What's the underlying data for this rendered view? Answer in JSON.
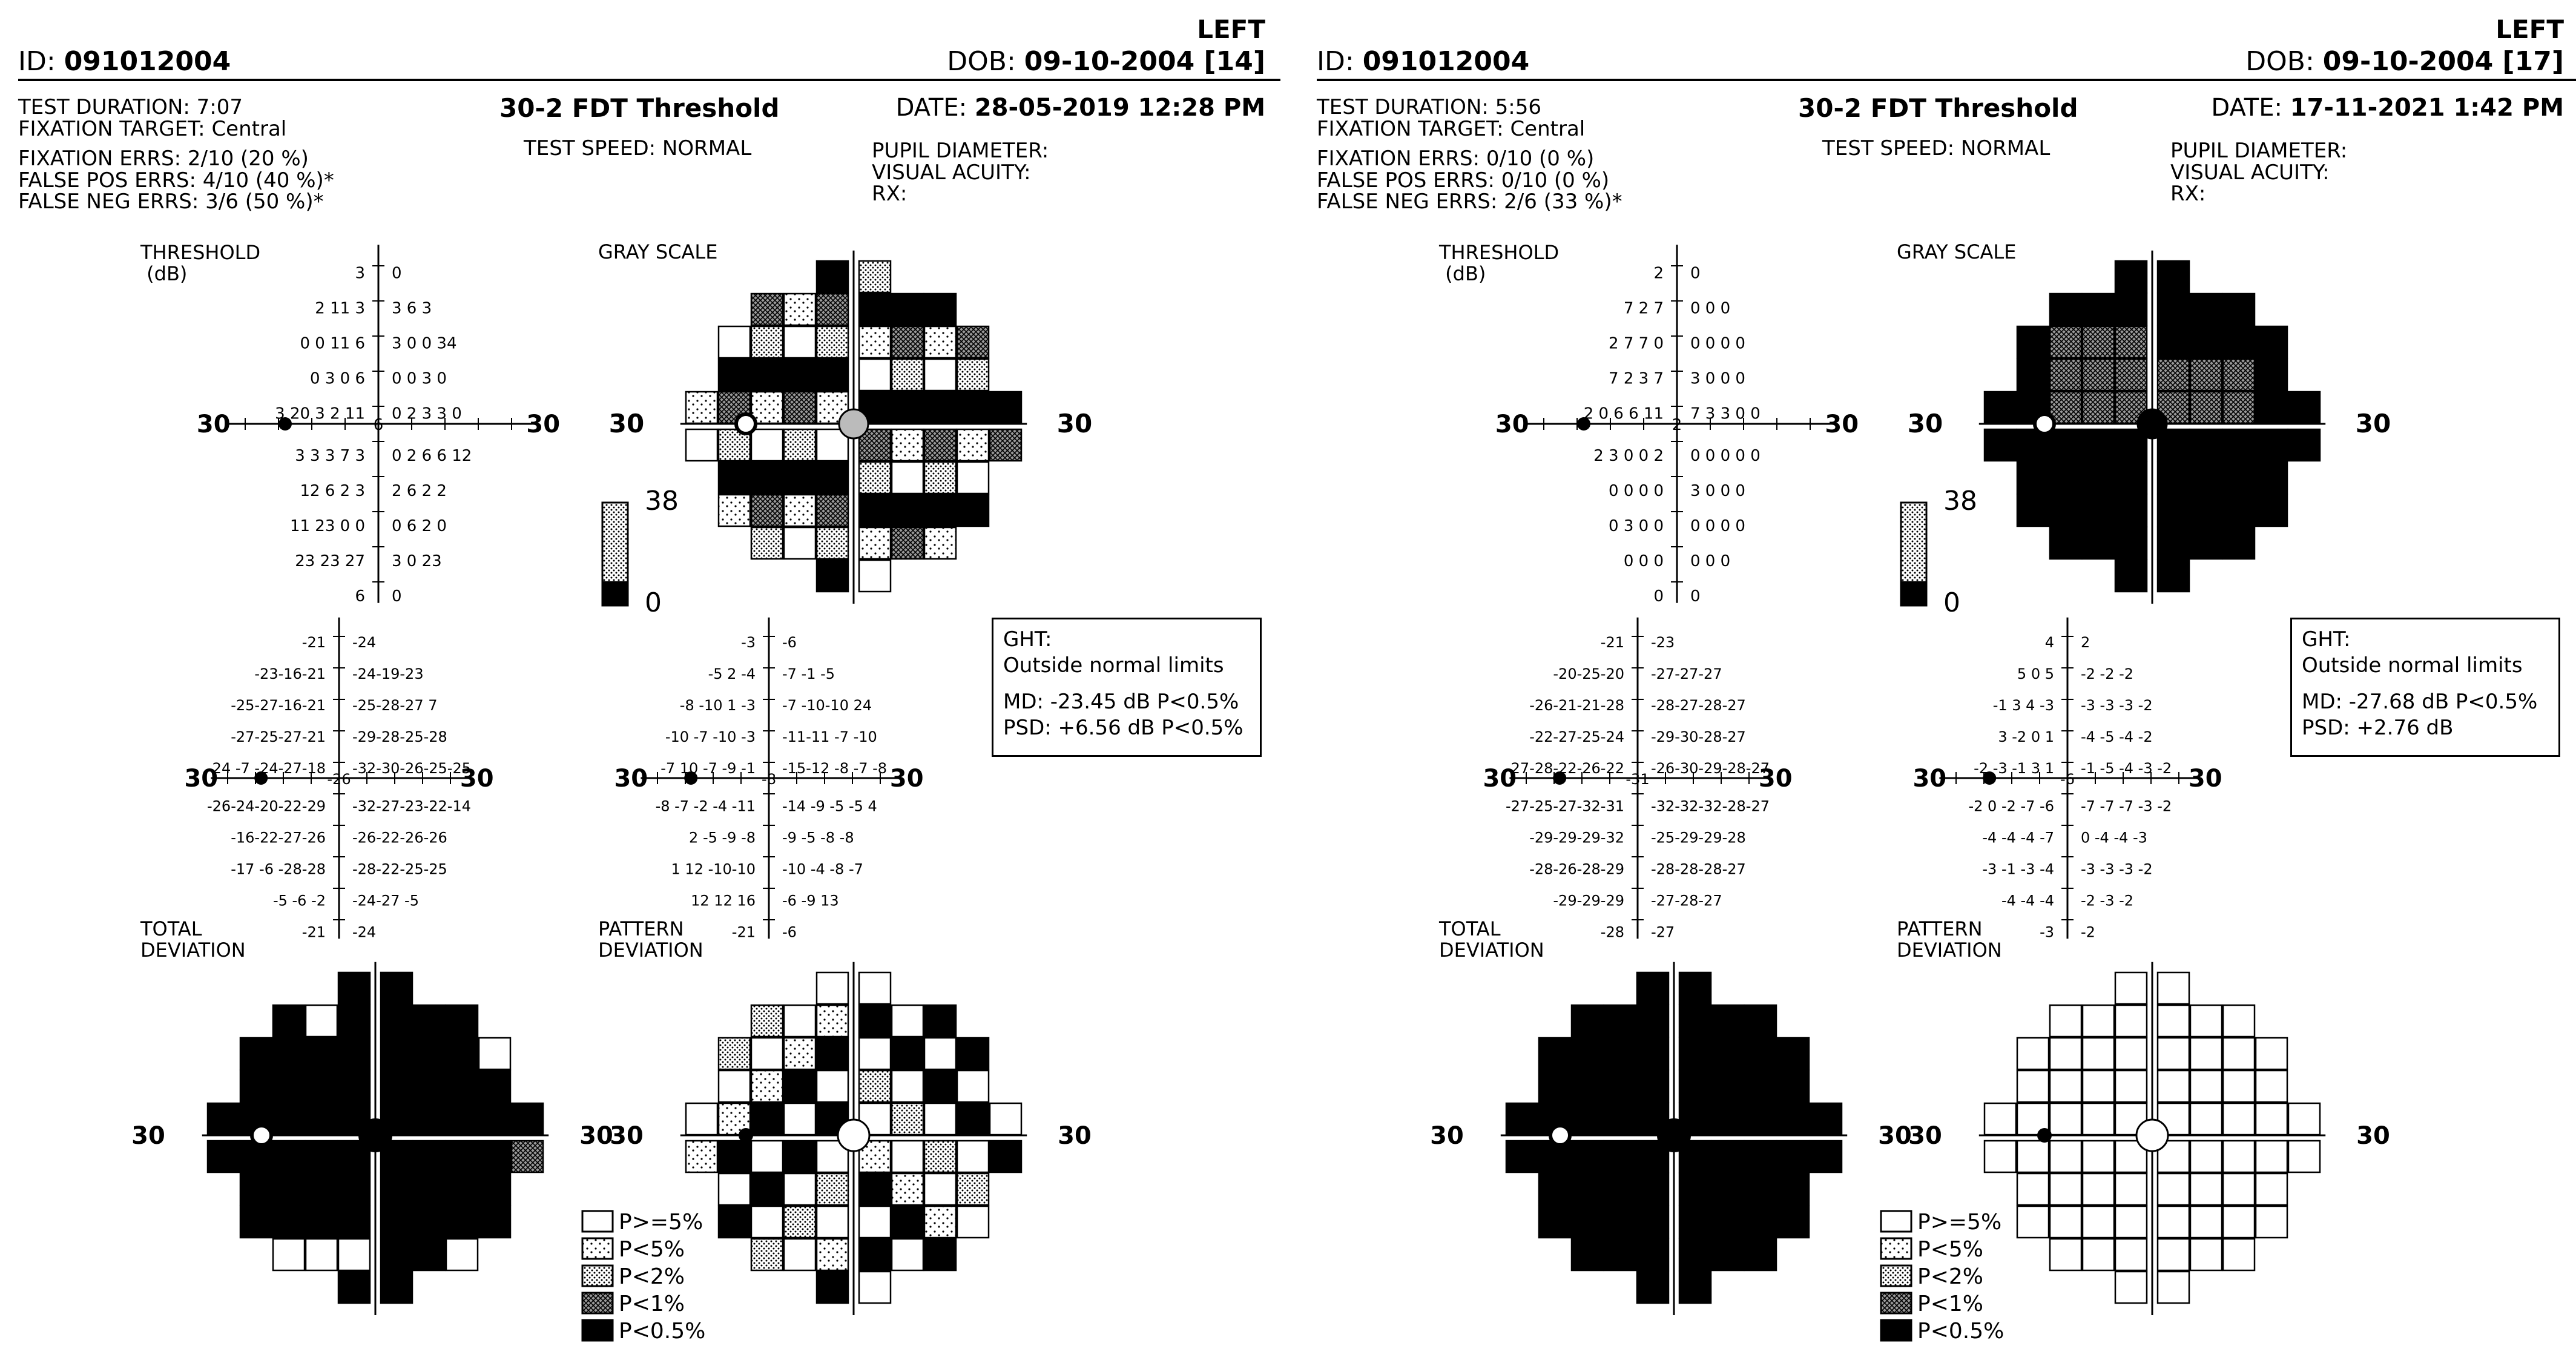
{
  "reports": [
    {
      "eye": "LEFT",
      "id_label": "ID:",
      "id_value": "091012004",
      "dob_label": "DOB:",
      "dob_value": "09-10-2004 [14]",
      "test_duration_label": "TEST DURATION:",
      "test_duration_value": "7:07",
      "fixation_target_label": "FIXATION TARGET:",
      "fixation_target_value": "Central",
      "fixation_errs_label": "FIXATION ERRS:",
      "fixation_errs_value": "2/10 (20 %)",
      "false_pos_label": "FALSE POS ERRS:",
      "false_pos_value": "4/10 (40 %)*",
      "false_neg_label": "FALSE NEG ERRS:",
      "false_neg_value": "3/6 (50 %)*",
      "test_name": "30-2 FDT Threshold",
      "test_speed": "TEST SPEED: NORMAL",
      "date_label": "DATE:",
      "date_value": "28-05-2019 12:28 PM",
      "pupil_diameter": "PUPIL DIAMETER:",
      "visual_acuity": "VISUAL ACUITY:",
      "rx": "RX:",
      "threshold_title": "THRESHOLD",
      "threshold_unit": "(dB)",
      "threshold_rows": [
        [
          "",
          "3",
          "|",
          "0",
          ""
        ],
        [
          "2 11 3",
          "",
          "|",
          "3 6 3",
          ""
        ],
        [
          "0 0 11 6",
          "",
          "|",
          "3 0 0 34",
          ""
        ],
        [
          "0 3 0 6",
          "",
          "|",
          "0 0 3 0",
          ""
        ],
        [
          "3 20 3 2 11",
          "",
          "|",
          "0 2 3 3 0",
          ""
        ],
        [
          "3 3 3 7 3",
          "6",
          "|",
          "0 2 6 6 12",
          ""
        ],
        [
          "12 6 2 3",
          "",
          "|",
          "2 6 2 2",
          ""
        ],
        [
          "11 23 0 0",
          "",
          "|",
          "0 6 2 0",
          ""
        ],
        [
          "23 23 27",
          "",
          "|",
          "3 0 23",
          ""
        ],
        [
          "6",
          "",
          "|",
          "0",
          ""
        ]
      ],
      "threshold_rows_left": [
        "3",
        "2 11 3",
        "0 0 11 6",
        "0 3 0 6",
        "3 20 3 2 11",
        "3 3 3 7 3",
        "12 6 2 3",
        "11 23 0 0",
        "23 23 27",
        "6"
      ],
      "threshold_rows_right": [
        "0",
        "3 6 3",
        "3 0 0 34",
        "0 0 3 0",
        "0 2 3 3 0",
        "0 2 6 6 12",
        "2 6 2 2",
        "0 6 2 0",
        "3 0 23",
        "0"
      ],
      "threshold_center": "6",
      "axis_label": "30",
      "gray_scale_title": "GRAY SCALE",
      "scale_max": "38",
      "scale_min": "0",
      "ght_title": "GHT:",
      "ght_result": "Outside normal limits",
      "md_line": "MD: -23.45 dB P<0.5%",
      "psd_line": "PSD: +6.56 dB P<0.5%",
      "td_rows_left": [
        "-21",
        "-23-16-21",
        "-25-27-16-21",
        "-27-25-27-21",
        "-24 -7 -24-27-18",
        "-26-24-20-22-29",
        "-16-22-27-26",
        "-17 -6 -28-28",
        "-5 -6 -2",
        "-21"
      ],
      "td_rows_right": [
        "-24",
        "-24-19-23",
        "-25-28-27 7",
        "-29-28-25-28",
        "-32-30-26-25-25",
        "-32-27-23-22-14",
        "-26-22-26-26",
        "-28-22-25-25",
        "-24-27 -5",
        "-24"
      ],
      "td_center": "-26",
      "pd_rows_left": [
        "-3",
        "-5 2 -4",
        "-8 -10 1 -3",
        "-10 -7 -10 -3",
        "-7 10 -7 -9 -1",
        "-8 -7 -2 -4 -11",
        "2 -5 -9 -8",
        "1 12 -10-10",
        "12 12 16",
        "-21"
      ],
      "pd_rows_right": [
        "-6",
        "-7 -1 -5",
        "-7 -10-10 24",
        "-11-11 -7 -10",
        "-15-12 -8 -7 -8",
        "-14 -9 -5 -5 4",
        "-9 -5 -8 -8",
        "-10 -4 -8 -7",
        "-6 -9 13",
        "-6"
      ],
      "pd_center": "-8",
      "total_deviation_title": "TOTAL",
      "total_deviation_title2": "DEVIATION",
      "pattern_deviation_title": "PATTERN",
      "pattern_deviation_title2": "DEVIATION",
      "legend": [
        "P>=5%",
        "P<5%",
        "P<2%",
        "P<1%",
        "P<0.5%"
      ]
    },
    {
      "eye": "LEFT",
      "id_label": "ID:",
      "id_value": "091012004",
      "dob_label": "DOB:",
      "dob_value": "09-10-2004 [17]",
      "test_duration_label": "TEST DURATION:",
      "test_duration_value": "5:56",
      "fixation_target_label": "FIXATION TARGET:",
      "fixation_target_value": "Central",
      "fixation_errs_label": "FIXATION ERRS:",
      "fixation_errs_value": "0/10 (0 %)",
      "false_pos_label": "FALSE POS ERRS:",
      "false_pos_value": "0/10 (0 %)",
      "false_neg_label": "FALSE NEG ERRS:",
      "false_neg_value": "2/6 (33 %)*",
      "test_name": "30-2 FDT Threshold",
      "test_speed": "TEST SPEED: NORMAL",
      "date_label": "DATE:",
      "date_value": "17-11-2021 1:42 PM",
      "pupil_diameter": "PUPIL DIAMETER:",
      "visual_acuity": "VISUAL ACUITY:",
      "rx": "RX:",
      "threshold_title": "THRESHOLD",
      "threshold_unit": "(dB)",
      "threshold_rows_left": [
        "2",
        "7 2 7",
        "2 7 7 0",
        "7 2 3 7",
        "2 0 6 6 11",
        "2 3 0 0 2",
        "0 0 0 0",
        "0 3 0 0",
        "0 0 0",
        "0"
      ],
      "threshold_rows_right": [
        "0",
        "0 0 0",
        "0 0 0 0",
        "3 0 0 0",
        "7 3 3 0 0",
        "0 0 0 0 0",
        "3 0 0 0",
        "0 0 0 0",
        "0 0 0",
        "0"
      ],
      "threshold_center": "2",
      "axis_label": "30",
      "gray_scale_title": "GRAY SCALE",
      "scale_max": "38",
      "scale_min": "0",
      "ght_title": "GHT:",
      "ght_result": "Outside normal limits",
      "md_line": "MD: -27.68 dB P<0.5%",
      "psd_line": "PSD: +2.76 dB",
      "td_rows_left": [
        "-21",
        "-20-25-20",
        "-26-21-21-28",
        "-22-27-25-24",
        "-27-28-22-26-22",
        "-27-25-27-32-31",
        "-29-29-29-32",
        "-28-26-28-29",
        "-29-29-29",
        "-28"
      ],
      "td_rows_right": [
        "-23",
        "-27-27-27",
        "-28-27-28-27",
        "-29-30-28-27",
        "-26-30-29-28-27",
        "-32-32-32-28-27",
        "-25-29-29-28",
        "-28-28-28-27",
        "-27-28-27",
        "-27"
      ],
      "td_center": "-31",
      "pd_rows_left": [
        "4",
        "5 0 5",
        "-1 3 4 -3",
        "3 -2 0 1",
        "-2 -3 -1 3 1",
        "-2 0 -2 -7 -6",
        "-4 -4 -4 -7",
        "-3 -1 -3 -4",
        "-4 -4 -4",
        "-3"
      ],
      "pd_rows_right": [
        "2",
        "-2 -2 -2",
        "-3 -3 -3 -2",
        "-4 -5 -4 -2",
        "-1 -5 -4 -3 -2",
        "-7 -7 -7 -3 -2",
        "0 -4 -4 -3",
        "-3 -3 -3 -2",
        "-2 -3 -2",
        "-2"
      ],
      "pd_center": "-6",
      "total_deviation_title": "TOTAL",
      "total_deviation_title2": "DEVIATION",
      "pattern_deviation_title": "PATTERN",
      "pattern_deviation_title2": "DEVIATION",
      "legend": [
        "P>=5%",
        "P<5%",
        "P<2%",
        "P<1%",
        "P<0.5%"
      ]
    }
  ],
  "symbols": {
    "td_1": [
      "E",
      "E",
      "E",
      "B",
      "E",
      "E",
      "B",
      "E",
      "E",
      "E",
      "E",
      "E",
      "E",
      "B",
      "E",
      "E",
      "E",
      "E",
      "E"
    ],
    "td_2": [
      "E",
      "E",
      "E",
      "E",
      "E",
      "E",
      "E",
      "E",
      "E",
      "E",
      "E",
      "E",
      "E",
      "E",
      "E",
      "E",
      "E",
      "E",
      "E"
    ],
    "pd_1": [
      "W",
      "W",
      "W",
      "W",
      "W",
      "W",
      "W",
      "W",
      "W",
      "W",
      "W",
      "W",
      "W",
      "W",
      "W",
      "W",
      "W",
      "W",
      "W"
    ],
    "pd_2": [
      "W",
      "W",
      "W",
      "W",
      "W",
      "W",
      "W",
      "W",
      "W",
      "W",
      "W",
      "W",
      "W",
      "W",
      "W",
      "W",
      "W",
      "W",
      "W"
    ]
  }
}
